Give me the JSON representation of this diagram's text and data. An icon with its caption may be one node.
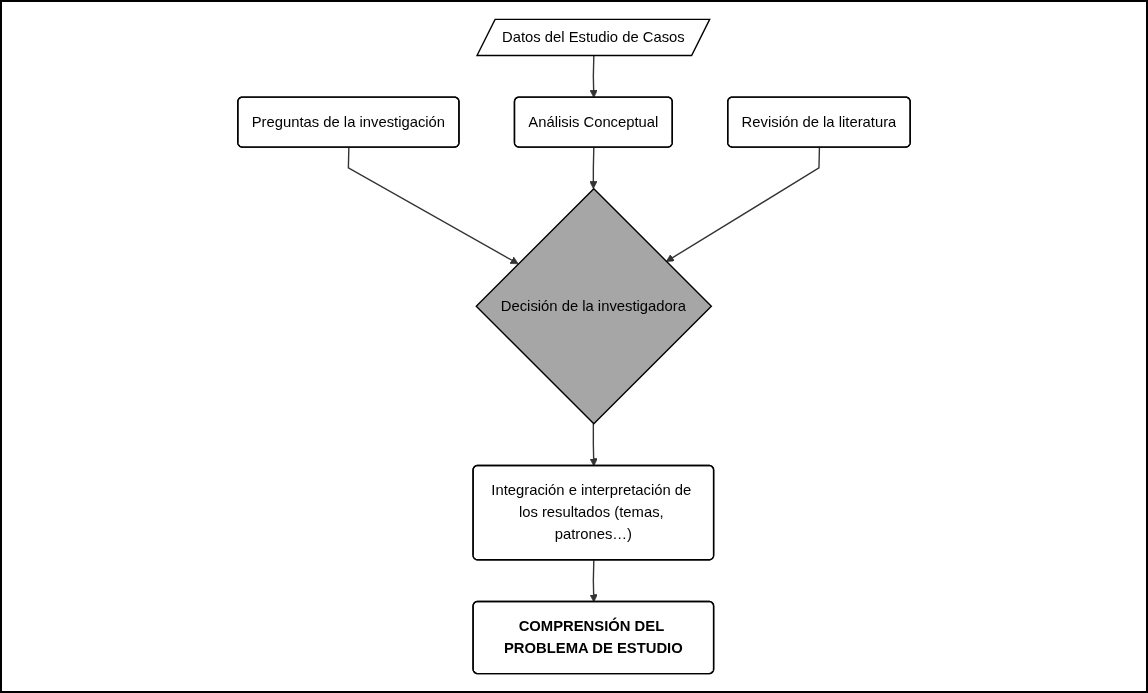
{
  "diagram": {
    "nodes": [
      {
        "text": [
          "Preguntas de la investigación"
        ]
      },
      {
        "text": [
          "Análisis Conceptual"
        ]
      },
      {
        "text": [
          "Decisión de la investigadora"
        ]
      },
      {
        "text": [
          "Revisión de la literatura"
        ]
      },
      {
        "text": [
          "Datos del Estudio de Casos"
        ]
      },
      {
        "text": [
          "Integración e interpretación de los resultados (temas, patrones…)"
        ]
      },
      {
        "text": [
          "COMPRENSIÓN DEL PROBLEMA DE ESTUDIO"
        ]
      }
    ],
    "edges": [
      {
        "from": 0,
        "to": 2,
        "arrow": "to"
      },
      {
        "from": 1,
        "to": 2,
        "arrow": "to"
      },
      {
        "from": 3,
        "to": 2,
        "arrow": "to"
      },
      {
        "from": 4,
        "to": 1,
        "arrow": "to"
      },
      {
        "from": 2,
        "to": 5,
        "arrow": "to"
      },
      {
        "from": 5,
        "to": 6,
        "arrow": "to"
      }
    ]
  }
}
